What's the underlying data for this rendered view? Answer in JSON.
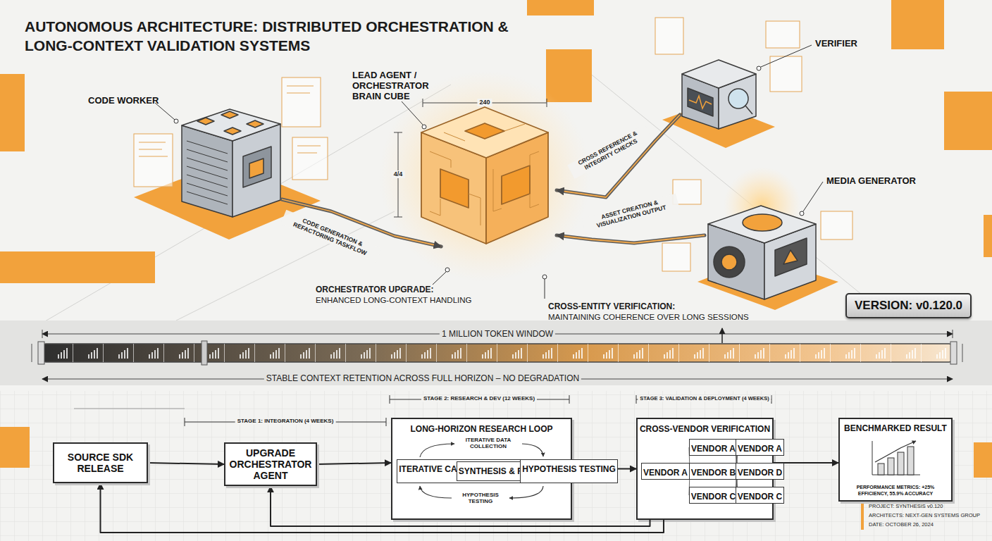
{
  "diagram": {
    "title": "AUTONOMOUS ARCHITECTURE: DISTRIBUTED ORCHESTRATION & LONG-CONTEXT VALIDATION SYSTEMS",
    "nodes": [
      {
        "text": [
          "CODE WORKER"
        ]
      },
      {
        "text": [
          "LEAD AGENT / ORCHESTRATOR BRAIN CUBE"
        ]
      },
      {
        "text": [
          "VERIFIER"
        ]
      },
      {
        "text": [
          "MEDIA GENERATOR"
        ]
      },
      {
        "text": [
          "VERSION: v0.120.0"
        ]
      },
      {
        "text": [
          "SOURCE SDK RELEASE"
        ]
      },
      {
        "text": [
          "UPGRADE ORCHESTRATOR AGENT"
        ]
      },
      {
        "text": [
          "LONG-HORIZON RESEARCH LOOP"
        ]
      },
      {
        "text": [
          "ITERATIVE CATA COLLECTION"
        ],
        "in": 7
      },
      {
        "text": [
          "SYNTHESIS & REFINEMENT"
        ],
        "in": 7
      },
      {
        "text": [
          "HYPOTHESIS TESTING"
        ],
        "in": 7
      },
      {
        "text": [
          "CROSS-VENDOR VERIFICATION"
        ]
      },
      {
        "text": [
          "VENDOR A"
        ],
        "in": 11
      },
      {
        "text": [
          "VENDOR A"
        ],
        "in": 11
      },
      {
        "text": [
          "VENDOR B"
        ],
        "in": 11
      },
      {
        "text": [
          "VENDOR C"
        ],
        "in": 11
      },
      {
        "text": [
          "VENDOR A"
        ],
        "in": 11
      },
      {
        "text": [
          "VENDOR D"
        ],
        "in": 11
      },
      {
        "text": [
          "VENDOR C"
        ],
        "in": 11
      },
      {
        "text": [
          "BENCHMARKED RESULT",
          "PERFORMANCE METRICS: +25% EFFICIENCY, 55.9% ACCURACY"
        ]
      }
    ],
    "edges": [
      {
        "from": 0,
        "to": 1,
        "arrow": "to",
        "label": "CODE GENERATION & REFACTORING TASKFLOW"
      },
      {
        "from": 2,
        "to": 1,
        "arrow": "to",
        "label": "CROSS REFERENCE & INTEGRITY CHECKS"
      },
      {
        "from": 3,
        "to": 1,
        "arrow": "to",
        "label": "ASSET CREATION & VISUALIZATION OUTPUT"
      },
      {
        "from": 5,
        "to": 6,
        "arrow": "to"
      },
      {
        "from": 6,
        "to": 7,
        "arrow": "to"
      },
      {
        "from": 7,
        "to": 11,
        "arrow": "to"
      },
      {
        "from": 11,
        "to": 19,
        "arrow": "to"
      },
      {
        "from": 11,
        "to": 5,
        "arrow": "to"
      },
      {
        "from": 11,
        "to": 6,
        "arrow": "to"
      },
      {
        "from": 8,
        "to": 9,
        "arrow": "to"
      },
      {
        "from": 9,
        "to": 10,
        "arrow": "to"
      },
      {
        "from": 12,
        "to": 13,
        "arrow": "none"
      },
      {
        "from": 12,
        "to": 14,
        "arrow": "none"
      },
      {
        "from": 12,
        "to": 15,
        "arrow": "none"
      },
      {
        "from": 13,
        "to": 16,
        "arrow": "none"
      },
      {
        "from": 13,
        "to": 17,
        "arrow": "none"
      },
      {
        "from": 13,
        "to": 18,
        "arrow": "none"
      },
      {
        "from": 14,
        "to": 16,
        "arrow": "none"
      },
      {
        "from": 14,
        "to": 17,
        "arrow": "none"
      },
      {
        "from": 14,
        "to": 18,
        "arrow": "none"
      },
      {
        "from": 15,
        "to": 16,
        "arrow": "none"
      },
      {
        "from": 15,
        "to": 17,
        "arrow": "none"
      },
      {
        "from": 15,
        "to": 18,
        "arrow": "none"
      }
    ],
    "labels": [
      "240",
      "4/4",
      "ORCHESTRATOR UPGRADE:",
      "ENHANCED LONG-CONTEXT HANDLING",
      "CROSS-ENTITY VERIFICATION:",
      "MAINTAINING COHERENCE OVER LONG SESSIONS",
      "1 MILLION TOKEN WINDOW",
      "STABLE CONTEXT RETENTION ACROSS FULL HORIZON – NO DEGRADATION",
      "STAGE 1: INTEGRATION (4 WEEKS)",
      "STAGE 2: RESEARCH & DEV (12 WEEKS)",
      "STAGE 3: VALIDATION & DEPLOYMENT (4 WEEKS)",
      "ITERATIVE DATA COLLECTION",
      "HYPOTHESIS TESTING",
      "PROJECT: SYNTHESIS v0.120",
      "ARCHITECTS: NEXT-GEN SYSTEMS GROUP",
      "DATE: OCTOBER 26, 2024"
    ]
  }
}
